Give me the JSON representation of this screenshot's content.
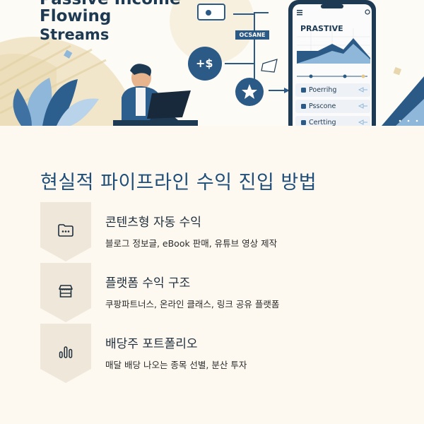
{
  "hero": {
    "title_cut": "Passive Income",
    "title_line1": "Flowing",
    "title_line2": "Streams",
    "tag_label": "OCSANE",
    "badge_plus": "+$",
    "phone": {
      "title": "PRASTIVE",
      "rows": [
        "Poerrihg",
        "Psscone",
        "Certting"
      ]
    },
    "colors": {
      "navy": "#1e3a52",
      "blue": "#2b5a86",
      "sky": "#8fb7d9",
      "sand": "#efe2c3"
    }
  },
  "main": {
    "title": "현실적 파이프라인 수익 진입 방법",
    "items": [
      {
        "icon": "folder-icon",
        "title": "콘텐츠형 자동 수익",
        "desc": "블로그 정보글, eBook 판매, 유튜브 영상 제작"
      },
      {
        "icon": "storefront-icon",
        "title": "플랫폼 수익 구조",
        "desc": "쿠팡파트너스, 온라인 클래스, 링크 공유 플랫폼"
      },
      {
        "icon": "bar-chart-icon",
        "title": "배당주 포트폴리오",
        "desc": "매달 배당 나오는 종목 선별, 분산 투자"
      }
    ]
  }
}
